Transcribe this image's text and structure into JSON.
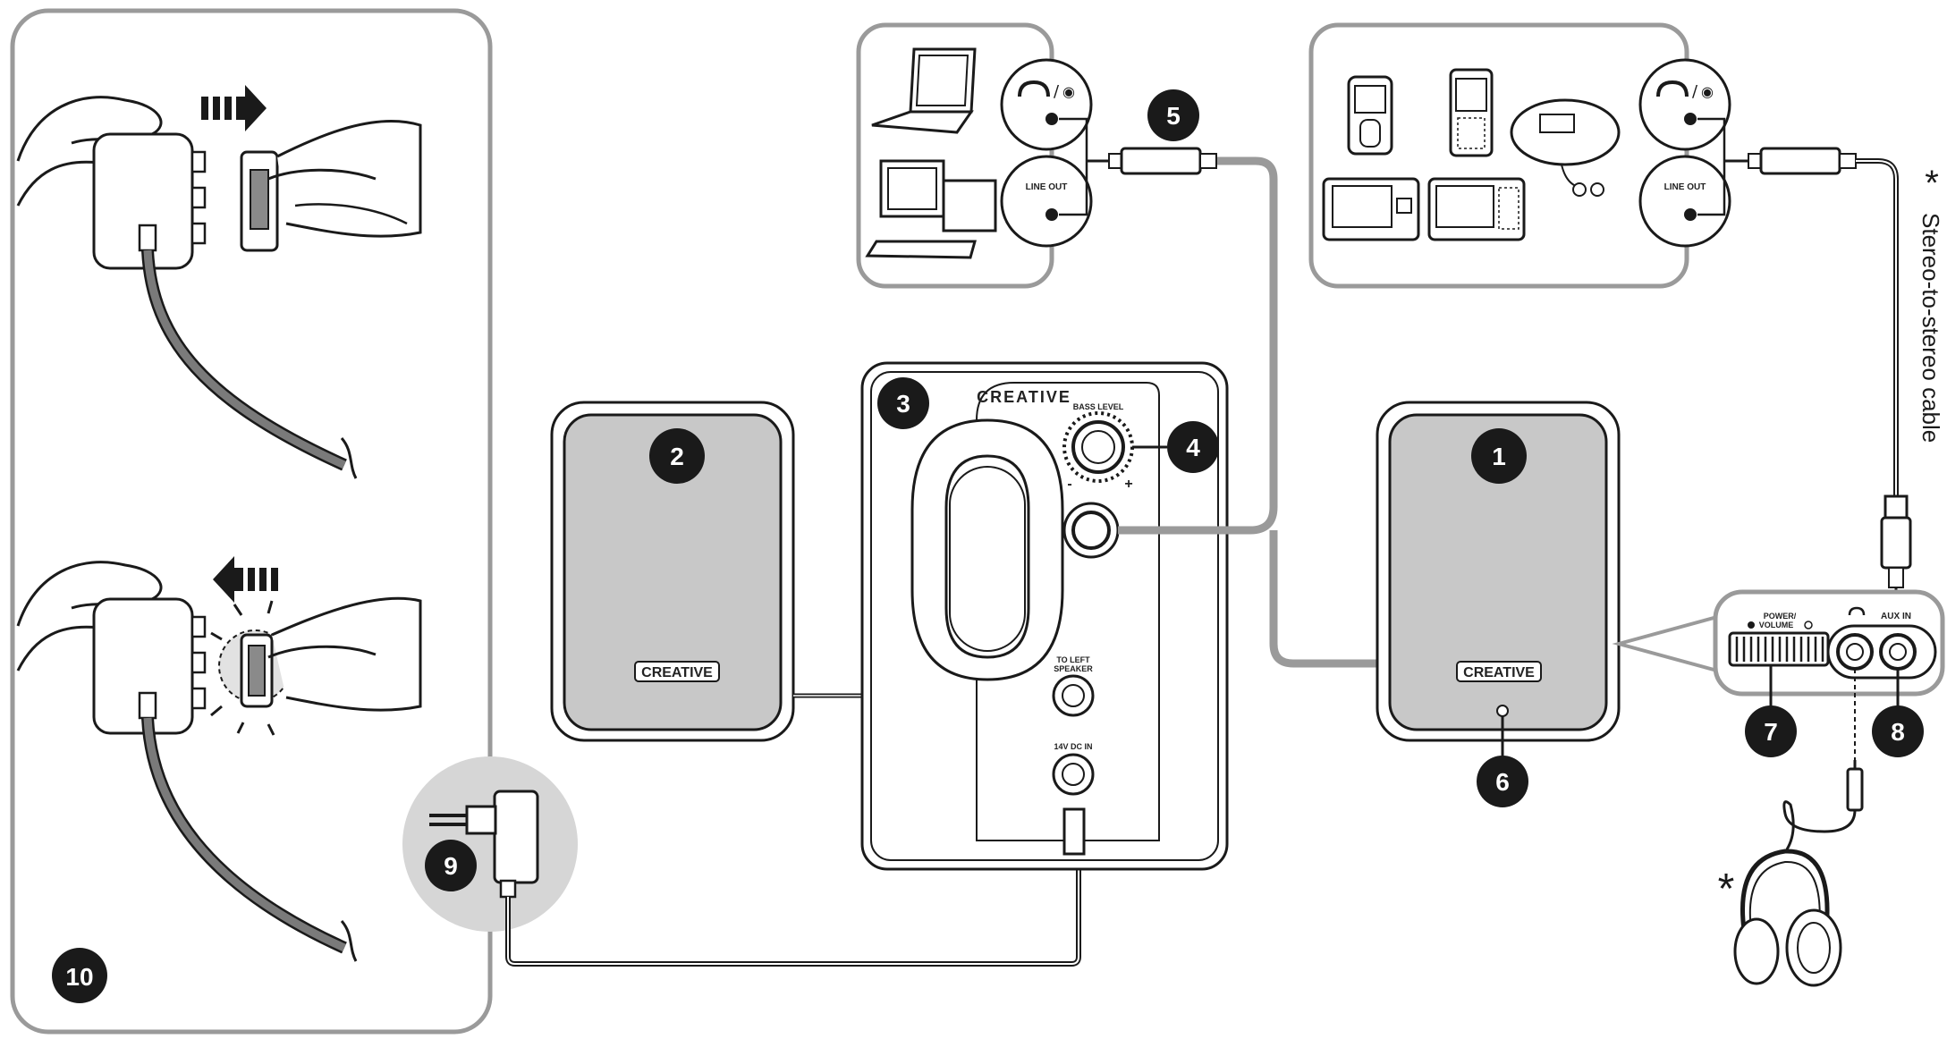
{
  "callouts": {
    "c1": "1",
    "c2": "2",
    "c3": "3",
    "c4": "4",
    "c5": "5",
    "c6": "6",
    "c7": "7",
    "c8": "8",
    "c9": "9",
    "c10": "10"
  },
  "brand": {
    "main_logo": "CREATIVE",
    "left_speaker_logo": "CREATIVE",
    "right_speaker_logo": "CREATIVE"
  },
  "sub_labels": {
    "bass_level": "BASS LEVEL",
    "bass_minus": "-",
    "bass_plus": "+",
    "to_left_speaker_1": "TO LEFT",
    "to_left_speaker_2": "SPEAKER",
    "dc_in": "14V DC IN"
  },
  "source_labels": {
    "line_out_left": "LINE OUT",
    "line_out_right": "LINE OUT"
  },
  "control_panel": {
    "power_volume_1": "POWER/",
    "power_volume_2": "VOLUME",
    "aux_in": "AUX IN"
  },
  "cable_note": {
    "text": "Stereo-to-stereo cable",
    "asterisk": "*"
  },
  "headphone_note": {
    "asterisk": "*"
  },
  "colors": {
    "line": "#1a1a1a",
    "panel_gray": "#c8c8c8",
    "callout_fill": "#1a1a1a",
    "border_gray": "#9a9a9a",
    "adapter_bg": "#d6d6d6"
  }
}
